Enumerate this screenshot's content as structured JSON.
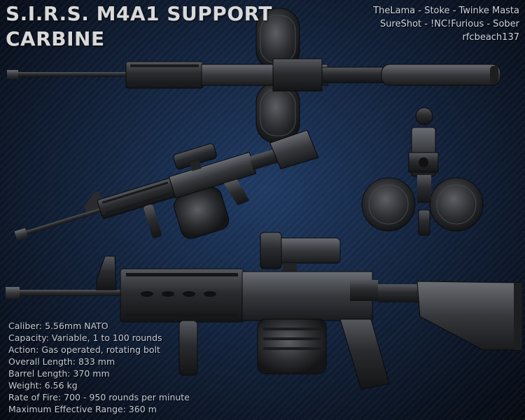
{
  "title": {
    "line1": "S.I.R.S. M4A1 SUPPORT",
    "line2": "CARBINE"
  },
  "credits": [
    "TheLama - Stoke - Twinke Masta",
    "SureShot - !NC!Furious - Sober",
    "rfcbeach137"
  ],
  "specs": [
    "Caliber: 5.56mm NATO",
    "Capacity: Variable, 1 to 100 rounds",
    "Action: Gas operated, rotating bolt",
    "Overall Length: 833 mm",
    "Barrel Length: 370 mm",
    "Weight: 6.56 kg",
    "Rate of Fire: 700 - 950 rounds per minute",
    "Maximum Effective Range: 360 m"
  ],
  "colors": {
    "background": "#13233d",
    "weapon_dark": "#1b1c1e",
    "weapon_mid": "#3a3c40",
    "weapon_highlight": "#5c5f64",
    "text": "#d9d9d9"
  }
}
